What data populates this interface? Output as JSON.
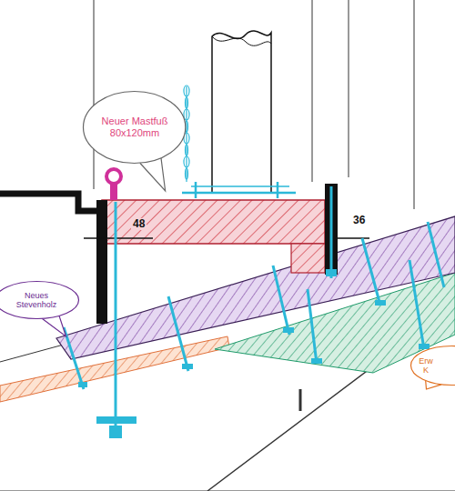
{
  "diagram": {
    "nodes": [
      {
        "text": [
          "Neuer Mastfuß 80x120mm"
        ]
      },
      {
        "text": [
          "Neues Stevenholz"
        ]
      },
      {
        "text": [
          "Erw K"
        ]
      }
    ],
    "labels": [
      "48",
      "36"
    ]
  }
}
